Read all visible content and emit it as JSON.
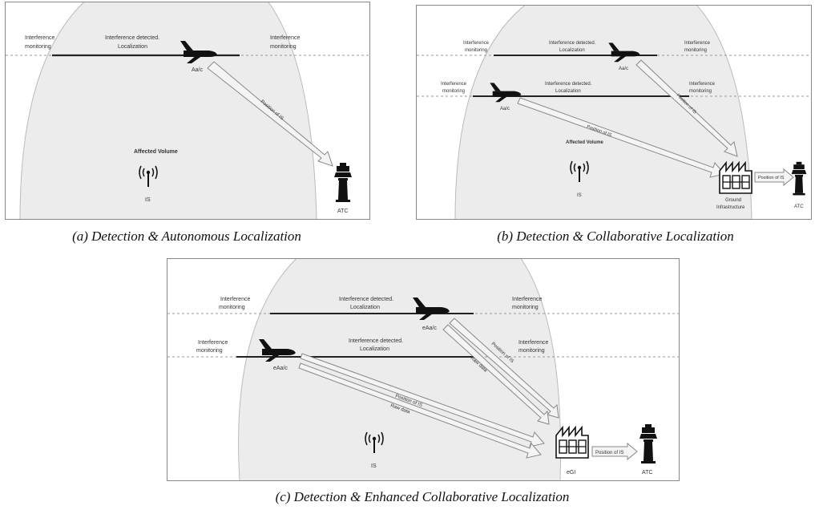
{
  "panel_a": {
    "caption": "(a) Detection & Autonomous Localization",
    "interference_left": [
      "Interference",
      "monitoring"
    ],
    "interference_right": [
      "Interference",
      "monitoring"
    ],
    "detected": [
      "Interference detected.",
      "Localization"
    ],
    "aircraft_label": "Aa/c",
    "arrow_label": "Position of IS",
    "volume_label": "Affected Volume",
    "is_label": "IS",
    "atc_label": "ATC"
  },
  "panel_b": {
    "caption": "(b) Detection & Collaborative Localization",
    "row1_left": [
      "Interference",
      "monitoring"
    ],
    "row1_detected": [
      "Interference detected.",
      "Localization"
    ],
    "row1_right": [
      "Interference",
      "monitoring"
    ],
    "row1_aircraft": "Aa/c",
    "row2_left": [
      "Interference",
      "monitoring"
    ],
    "row2_detected": [
      "Interference detected.",
      "Localization"
    ],
    "row2_right": [
      "Interference",
      "monitoring"
    ],
    "row2_aircraft": "Aa/c",
    "arrow1_label": "Position of IS",
    "arrow2_label": "Position of IS",
    "volume_label": "Affected Volume",
    "is_label": "IS",
    "ground_label": [
      "Ground",
      "Infrastructure"
    ],
    "ground_arrow_label": "Position of IS",
    "atc_label": "ATC"
  },
  "panel_c": {
    "caption": "(c) Detection & Enhanced Collaborative Localization",
    "row1_left": [
      "Interference",
      "monitoring"
    ],
    "row1_detected": [
      "Interference detected.",
      "Localization"
    ],
    "row1_right": [
      "Interference",
      "monitoring"
    ],
    "row1_aircraft": "eAa/c",
    "row2_left": [
      "Interference",
      "monitoring"
    ],
    "row2_detected": [
      "Interference detected.",
      "Localization"
    ],
    "row2_right": [
      "Interference",
      "monitoring"
    ],
    "row2_aircraft": "eAa/c",
    "arrow1_label1": "Position of IS",
    "arrow1_label2": "Raw data",
    "arrow2_label1": "Position of IS",
    "arrow2_label2": "Raw data",
    "is_label": "IS",
    "egi_label": "eGI",
    "egi_arrow_label": "Position of IS",
    "atc_label": "ATC"
  },
  "icons": [
    "airplane-icon",
    "radio-tower-icon",
    "control-tower-icon",
    "factory-icon"
  ]
}
